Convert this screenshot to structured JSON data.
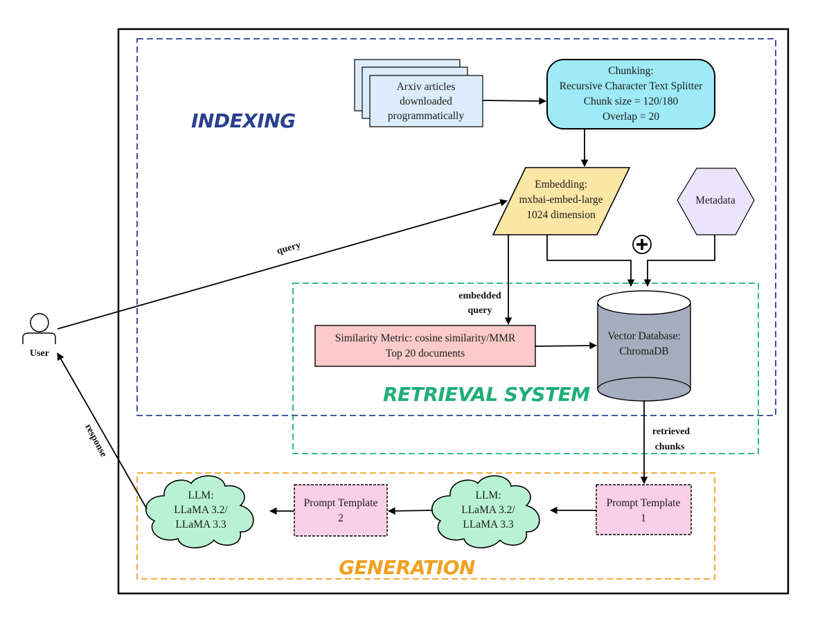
{
  "diagram": {
    "type": "RAG pipeline architecture",
    "sections": {
      "indexing": {
        "title": "INDEXING",
        "color": "#2b3f8f"
      },
      "retrieval": {
        "title": "RETRIEVAL SYSTEM",
        "color": "#1fae7a"
      },
      "generation": {
        "title": "GENERATION",
        "color": "#f0a020"
      }
    },
    "nodes": {
      "arxiv": {
        "lines": [
          "Arxiv articles",
          "downloaded",
          "programmatically"
        ],
        "fill": "#dcecfa"
      },
      "chunking": {
        "lines": [
          "Chunking:",
          "Recursive Character Text Splitter",
          "Chunk size = 120/180",
          "Overlap = 20"
        ],
        "fill": "#9eeaf6"
      },
      "embedding": {
        "lines": [
          "Embedding:",
          "mxbai-embed-large",
          "1024 dimension"
        ],
        "fill": "#fbe6a6"
      },
      "metadata": {
        "lines": [
          "Metadata"
        ],
        "fill": "#ece4fb"
      },
      "similarity": {
        "lines": [
          "Similarity Metric: cosine similarity/MMR",
          "Top 20 documents"
        ],
        "fill": "#fbcaca"
      },
      "vectordb": {
        "lines": [
          "Vector Database:",
          "ChromaDB"
        ],
        "fill": "#a4aebe"
      },
      "prompt1": {
        "lines": [
          "Prompt Template",
          "1"
        ],
        "fill": "#f9cfe9"
      },
      "llm1": {
        "lines": [
          "LLM:",
          "LLaMA 3.2/",
          "LLaMA 3.3"
        ],
        "fill": "#b9f2d2"
      },
      "prompt2": {
        "lines": [
          "Prompt Template",
          "2"
        ],
        "fill": "#f9cfe9"
      },
      "llm2": {
        "lines": [
          "LLM:",
          "LLaMA 3.2/",
          "LLaMA 3.3"
        ],
        "fill": "#b9f2d2"
      }
    },
    "user": {
      "label": "User"
    },
    "edge_labels": {
      "query": "query",
      "embedded_query": [
        "embedded",
        "query"
      ],
      "retrieved_chunks": [
        "retrieved",
        "chunks"
      ],
      "response": "response"
    },
    "combine_symbol": "+"
  }
}
